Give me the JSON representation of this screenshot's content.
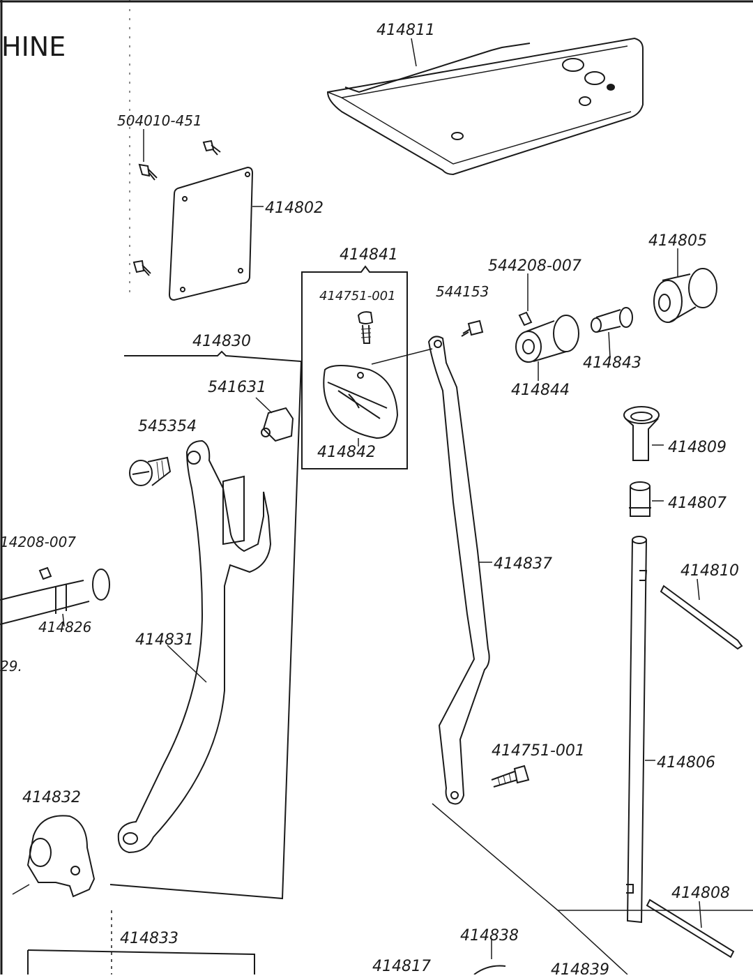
{
  "heading": "HINE",
  "parts": {
    "p414811": "414811",
    "p504010_451": "504010-451",
    "p414802": "414802",
    "p414841": "414841",
    "p414751_001_top": "414751-001",
    "p544208_007": "544208-007",
    "p414805": "414805",
    "p544153": "544153",
    "p414830": "414830",
    "p541631": "541631",
    "p545354": "545354",
    "p414842": "414842",
    "p414844": "414844",
    "p414843": "414843",
    "p414809": "414809",
    "p414807": "414807",
    "p414208_007_left": "14208-007",
    "p414837": "414837",
    "p414810": "414810",
    "p414826": "414826",
    "p414831": "414831",
    "p29_fragment": "29.",
    "p414751_001_bottom": "414751-001",
    "p414806": "414806",
    "p414832": "414832",
    "p414808": "414808",
    "p414833": "414833",
    "p414838": "414838",
    "p414817": "414817",
    "p414839": "414839"
  }
}
